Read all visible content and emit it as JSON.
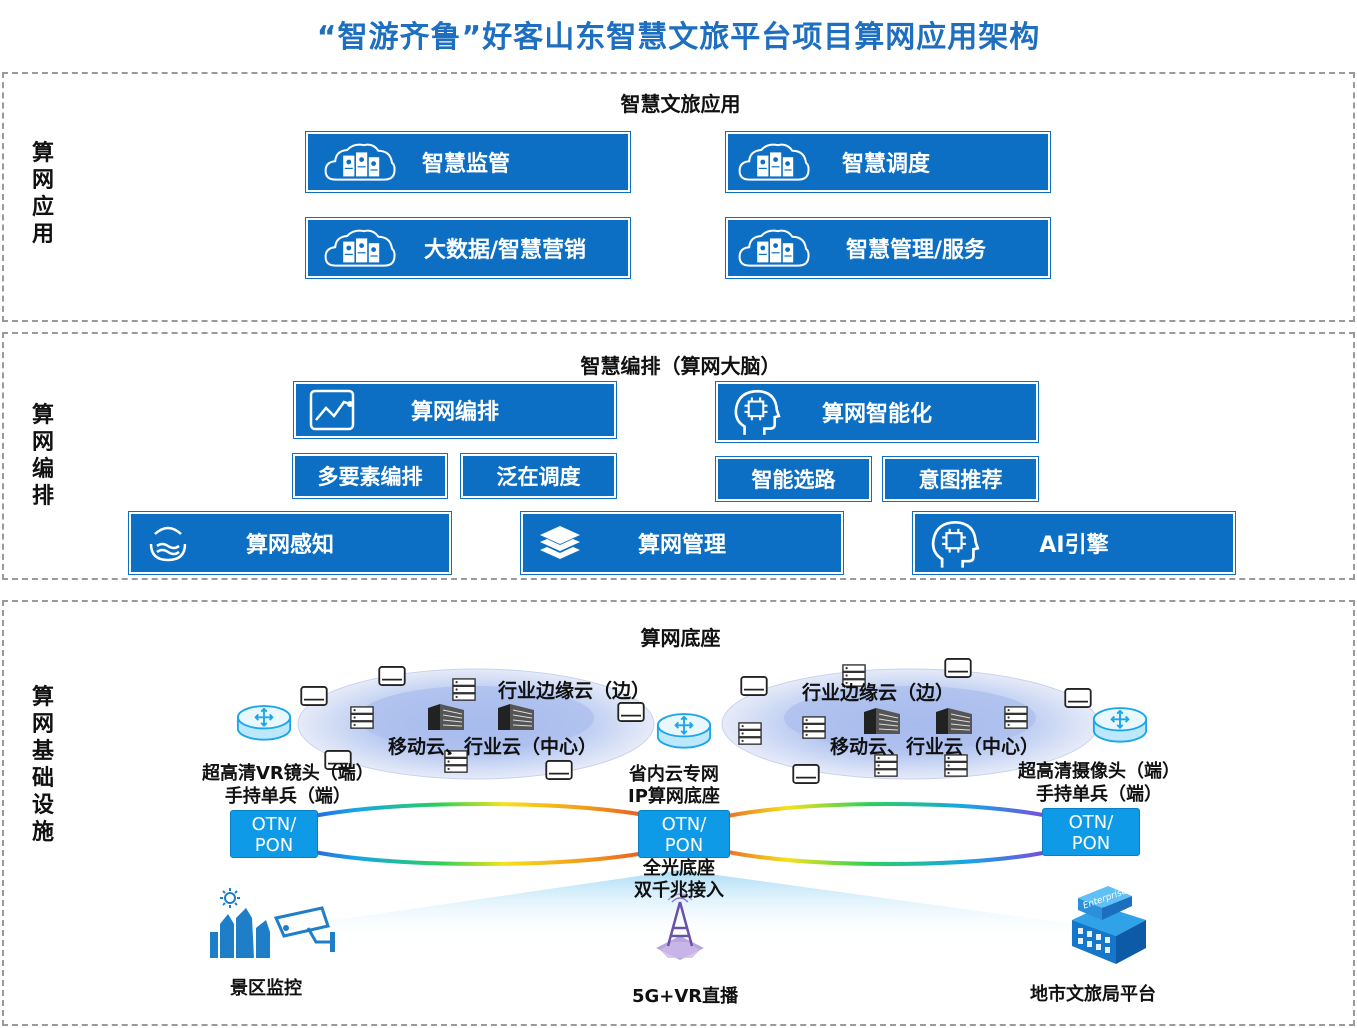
{
  "title": "“智游齐鲁”好客山东智慧文旅平台项目算网应用架构",
  "sections": {
    "app": {
      "side_label": [
        "算",
        "网",
        "应",
        "用"
      ],
      "title": "智慧文旅应用",
      "boxes": [
        "智慧监管",
        "智慧调度",
        "大数据/智慧营销",
        "智慧管理/服务"
      ]
    },
    "orch": {
      "side_label": [
        "算",
        "网",
        "编",
        "排"
      ],
      "title": "智慧编排（算网大脑）",
      "top_boxes": [
        "算网编排",
        "算网智能化"
      ],
      "small_boxes": [
        "多要素编排",
        "泛在调度",
        "智能选路",
        "意图推荐"
      ],
      "bottom_boxes": [
        "算网感知",
        "算网管理",
        "AI引擎"
      ]
    },
    "infra": {
      "side_label": [
        "算",
        "网",
        "基",
        "础",
        "设",
        "施"
      ],
      "title": "算网底座",
      "left_cloud": {
        "edge": "行业边缘云（边）",
        "center": "移动云、行业云（中心）"
      },
      "right_cloud": {
        "edge": "行业边缘云（边）",
        "center": "移动云、行业云（中心）"
      },
      "left_terminal": [
        "超高清VR镜头（端）",
        "手持单兵（端）"
      ],
      "mid_label": [
        "省内云专网",
        "IP算网底座"
      ],
      "right_terminal": [
        "超高清摄像头（端）",
        "手持单兵（端）"
      ],
      "otn": [
        "OTN/",
        "PON"
      ],
      "all_optical": [
        "全光底座",
        "双千兆接入"
      ],
      "bottom_items": [
        "景区监控",
        "5G+VR直播",
        "地市文旅局平台"
      ],
      "building_sign": "Enterprise"
    }
  },
  "colors": {
    "title": "#1e6fc0",
    "box": "#0d6fc4",
    "otn": "#0e9ae6"
  }
}
